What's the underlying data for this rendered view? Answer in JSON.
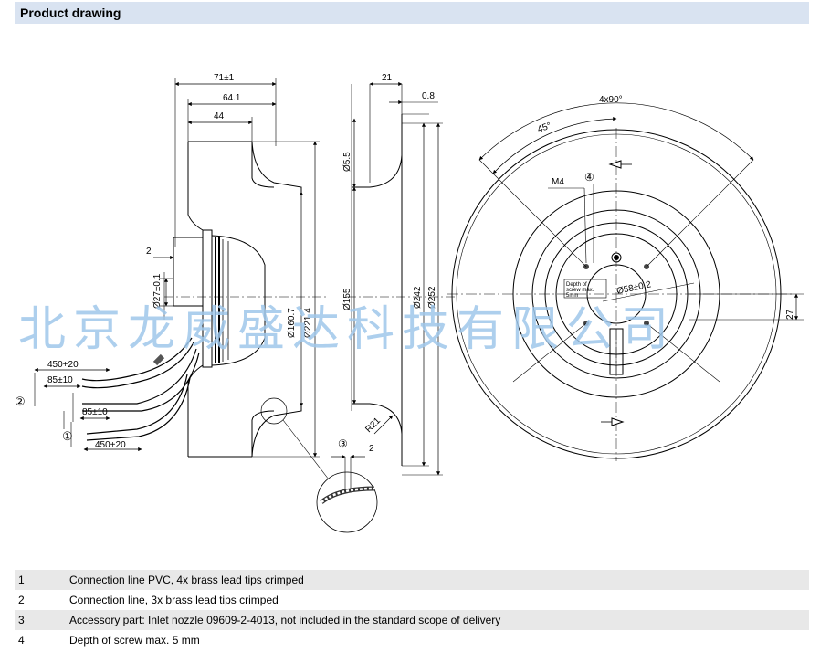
{
  "header": {
    "title": "Product drawing"
  },
  "watermark": {
    "text": "北京龙威盛达科技有限公司"
  },
  "side_view": {
    "dims": {
      "overall": "71±1",
      "width_64": "64.1",
      "width_44": "44",
      "offset_2": "2",
      "d27": "Ø27±0.1",
      "d160": "Ø160.7",
      "d221": "Ø221.4"
    },
    "cables": {
      "cable_a_len": "450+20",
      "cable_a_strip": "85±10",
      "cable_b_strip": "85±10",
      "cable_b_len": "450+20",
      "marker_1": "①",
      "marker_2": "②"
    },
    "detail_marker": "③",
    "detail_dim": "2"
  },
  "section_view": {
    "dims": {
      "w21": "21",
      "t08": "0.8",
      "d55": "Ø5.5",
      "d155": "Ø155",
      "d242": "Ø242",
      "d252": "Ø252",
      "r21": "R21"
    }
  },
  "front_view": {
    "dims": {
      "angle_4x90": "4x90°",
      "angle_45": "45°",
      "m4": "M4",
      "marker_4": "④",
      "d58": "Ø58±0.2",
      "h27": "27",
      "screw_note_1": "Depth of",
      "screw_note_2": "screw max.",
      "screw_note_3": "5mm"
    }
  },
  "notes": [
    {
      "num": "1",
      "text": "Connection line PVC, 4x brass lead tips crimped"
    },
    {
      "num": "2",
      "text": "Connection line, 3x brass lead tips crimped"
    },
    {
      "num": "3",
      "text": "Accessory part: Inlet nozzle 09609-2-4013, not included in the standard scope of delivery"
    },
    {
      "num": "4",
      "text": "Depth of screw max. 5 mm"
    }
  ]
}
